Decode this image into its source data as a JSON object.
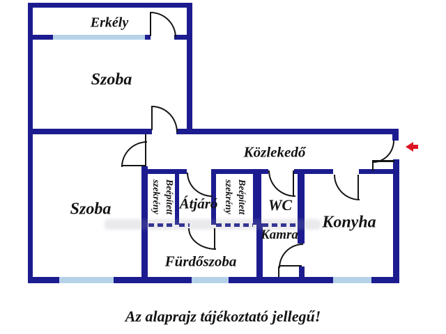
{
  "caption": "Az alaprajz tájékoztató jellegű!",
  "rooms": {
    "balcony": "Erkély",
    "room_upper": "Szoba",
    "hallway": "Közlekedő",
    "room_lower": "Szoba",
    "passage": "Átjáró",
    "wc": "WC",
    "pantry": "Kamra",
    "kitchen": "Konyha",
    "bathroom": "Fürdőszoba"
  },
  "closets": [
    {
      "line1": "Beépített",
      "line2": "szekrény"
    },
    {
      "line1": "Beépített",
      "line2": "szekrény"
    }
  ],
  "colors": {
    "wall": "#1c1c90",
    "window": "#b5d2e8",
    "door_line": "#141414",
    "entry_arrow": "#dd1522",
    "text": "#131313",
    "background": "#ffffff"
  }
}
